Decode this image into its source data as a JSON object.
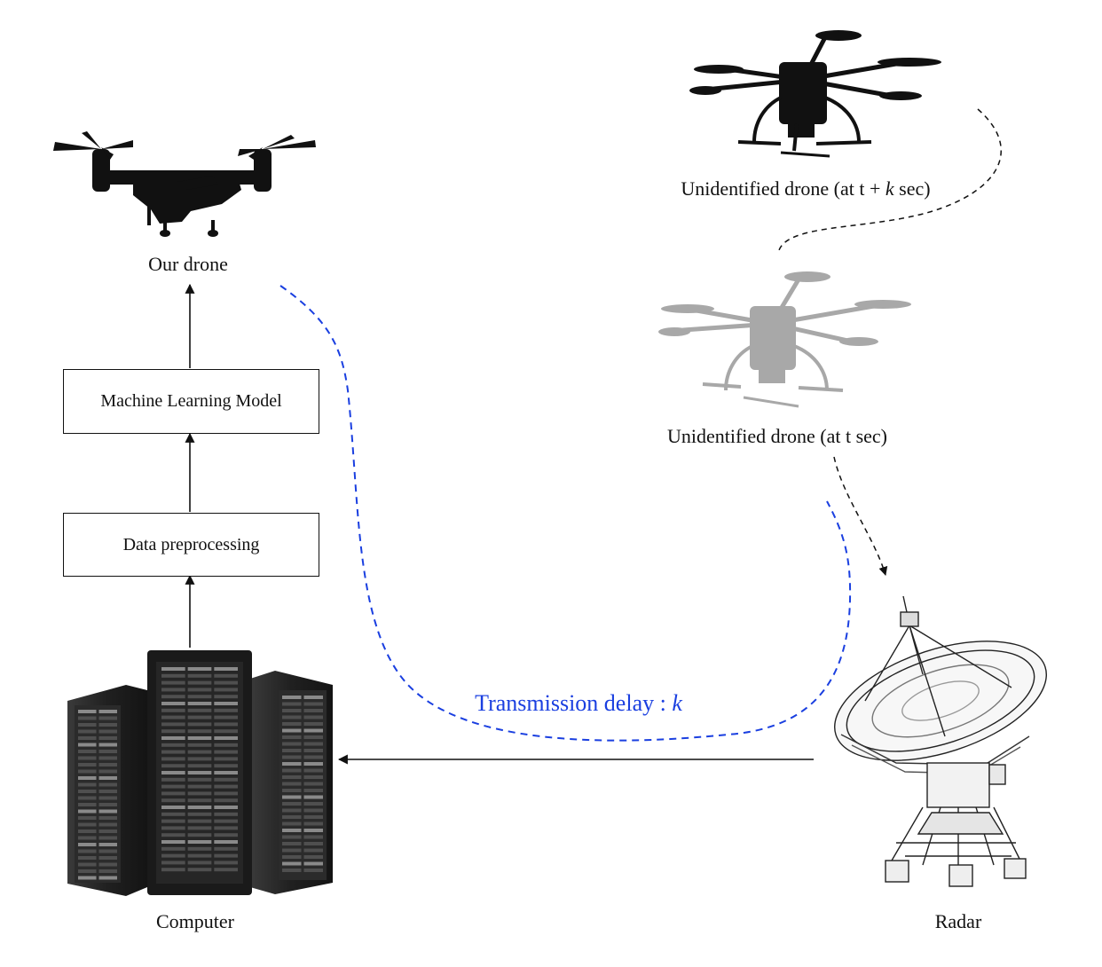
{
  "labels": {
    "our_drone": "Our drone",
    "computer": "Computer",
    "radar": "Radar",
    "unidentified_t_k_prefix": "Unidentified drone (at t + ",
    "unidentified_t_k_var": "k",
    "unidentified_t_k_suffix": " sec)",
    "unidentified_t": "Unidentified drone (at t sec)"
  },
  "boxes": {
    "ml_model": "Machine Learning Model",
    "preprocessing": "Data preprocessing"
  },
  "delay": {
    "text": "Transmission delay : ",
    "var": "k"
  },
  "colors": {
    "delay_blue": "#1a3fe0",
    "ink": "#111111",
    "ghost_drone": "#a8a8a8",
    "server_dark": "#1e1e1e"
  }
}
